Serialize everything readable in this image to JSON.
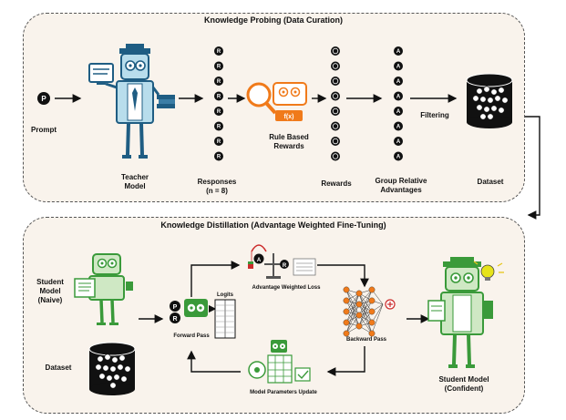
{
  "probing": {
    "title": "Knowledge Probing (Data Curation)",
    "prompt_label": "Prompt",
    "prompt_token": "P",
    "teacher_label": "Teacher\nModel",
    "responses_label": "Responses\n(n = 8)",
    "response_token": "R",
    "function_label": "f(x)",
    "rule_label": "Rule Based\nRewards",
    "rewards_label": "Rewards",
    "advantages_label": "Group Relative\nAdvantages",
    "advantage_token": "A",
    "filtering_label": "Filtering",
    "dataset_label": "Dataset",
    "accent_color": "#f07a1a"
  },
  "distillation": {
    "title": "Knowledge Distillation (Advantage Weighted Fine-Tuning)",
    "student_naive_label": "Student\nModel\n(Naive)",
    "dataset_label": "Dataset",
    "loss_label": "Advantage Weighted Loss",
    "forward_label": "Forward Pass",
    "logits_label": "Logits",
    "backward_label": "Backward Pass",
    "update_label": "Model Parameters Update",
    "student_confident_label": "Student Model\n(Confident)",
    "token_p": "P",
    "token_r": "R",
    "token_a": "A",
    "model_color": "#3a9a3a"
  }
}
